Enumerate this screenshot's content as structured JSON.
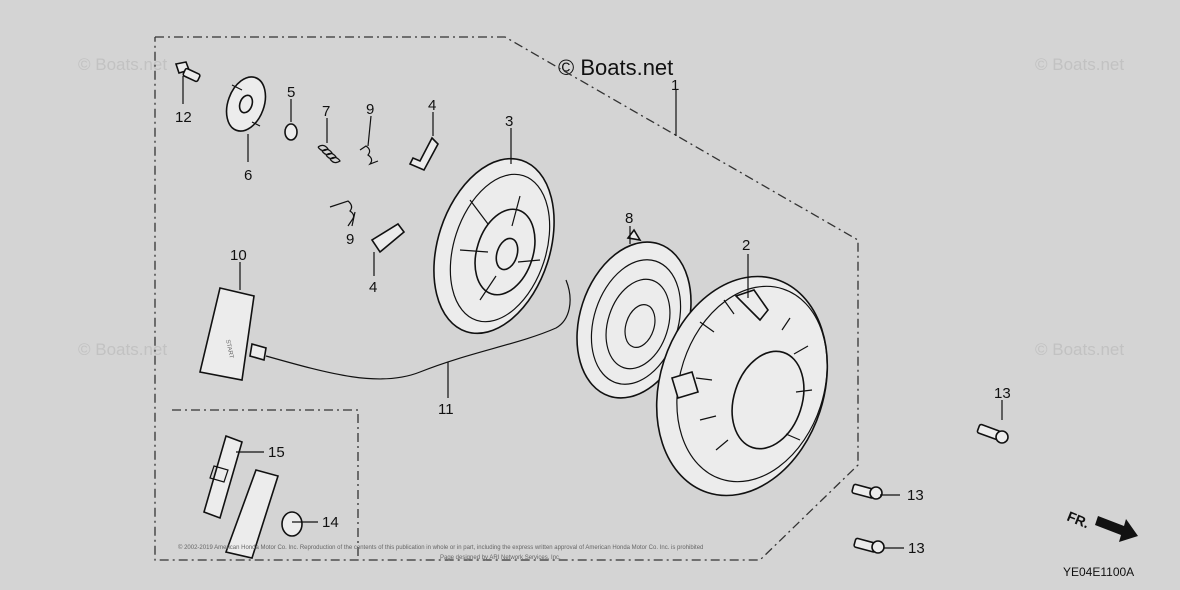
{
  "watermarks": {
    "main": "© Boats.net",
    "faint": "© Boats.net"
  },
  "callouts": [
    "1",
    "2",
    "3",
    "4",
    "4",
    "5",
    "6",
    "7",
    "8",
    "9",
    "9",
    "10",
    "11",
    "12",
    "13",
    "13",
    "13",
    "14",
    "15"
  ],
  "footer": {
    "copyright_line1": "© 2002-2019 American Honda Motor Co. Inc. Reproduction of the contents of this publication in whole or in part, including the express written approval of American Honda Motor Co. Inc. is prohibited",
    "copyright_line2": "Page designed by ARI Network Services, Inc."
  },
  "direction_label": "FR.",
  "diagram_code": "YE04E1100A",
  "handle_text": "START",
  "colors": {
    "background": "#d4d4d4",
    "ink": "#111111",
    "part_fill": "#ececec"
  }
}
